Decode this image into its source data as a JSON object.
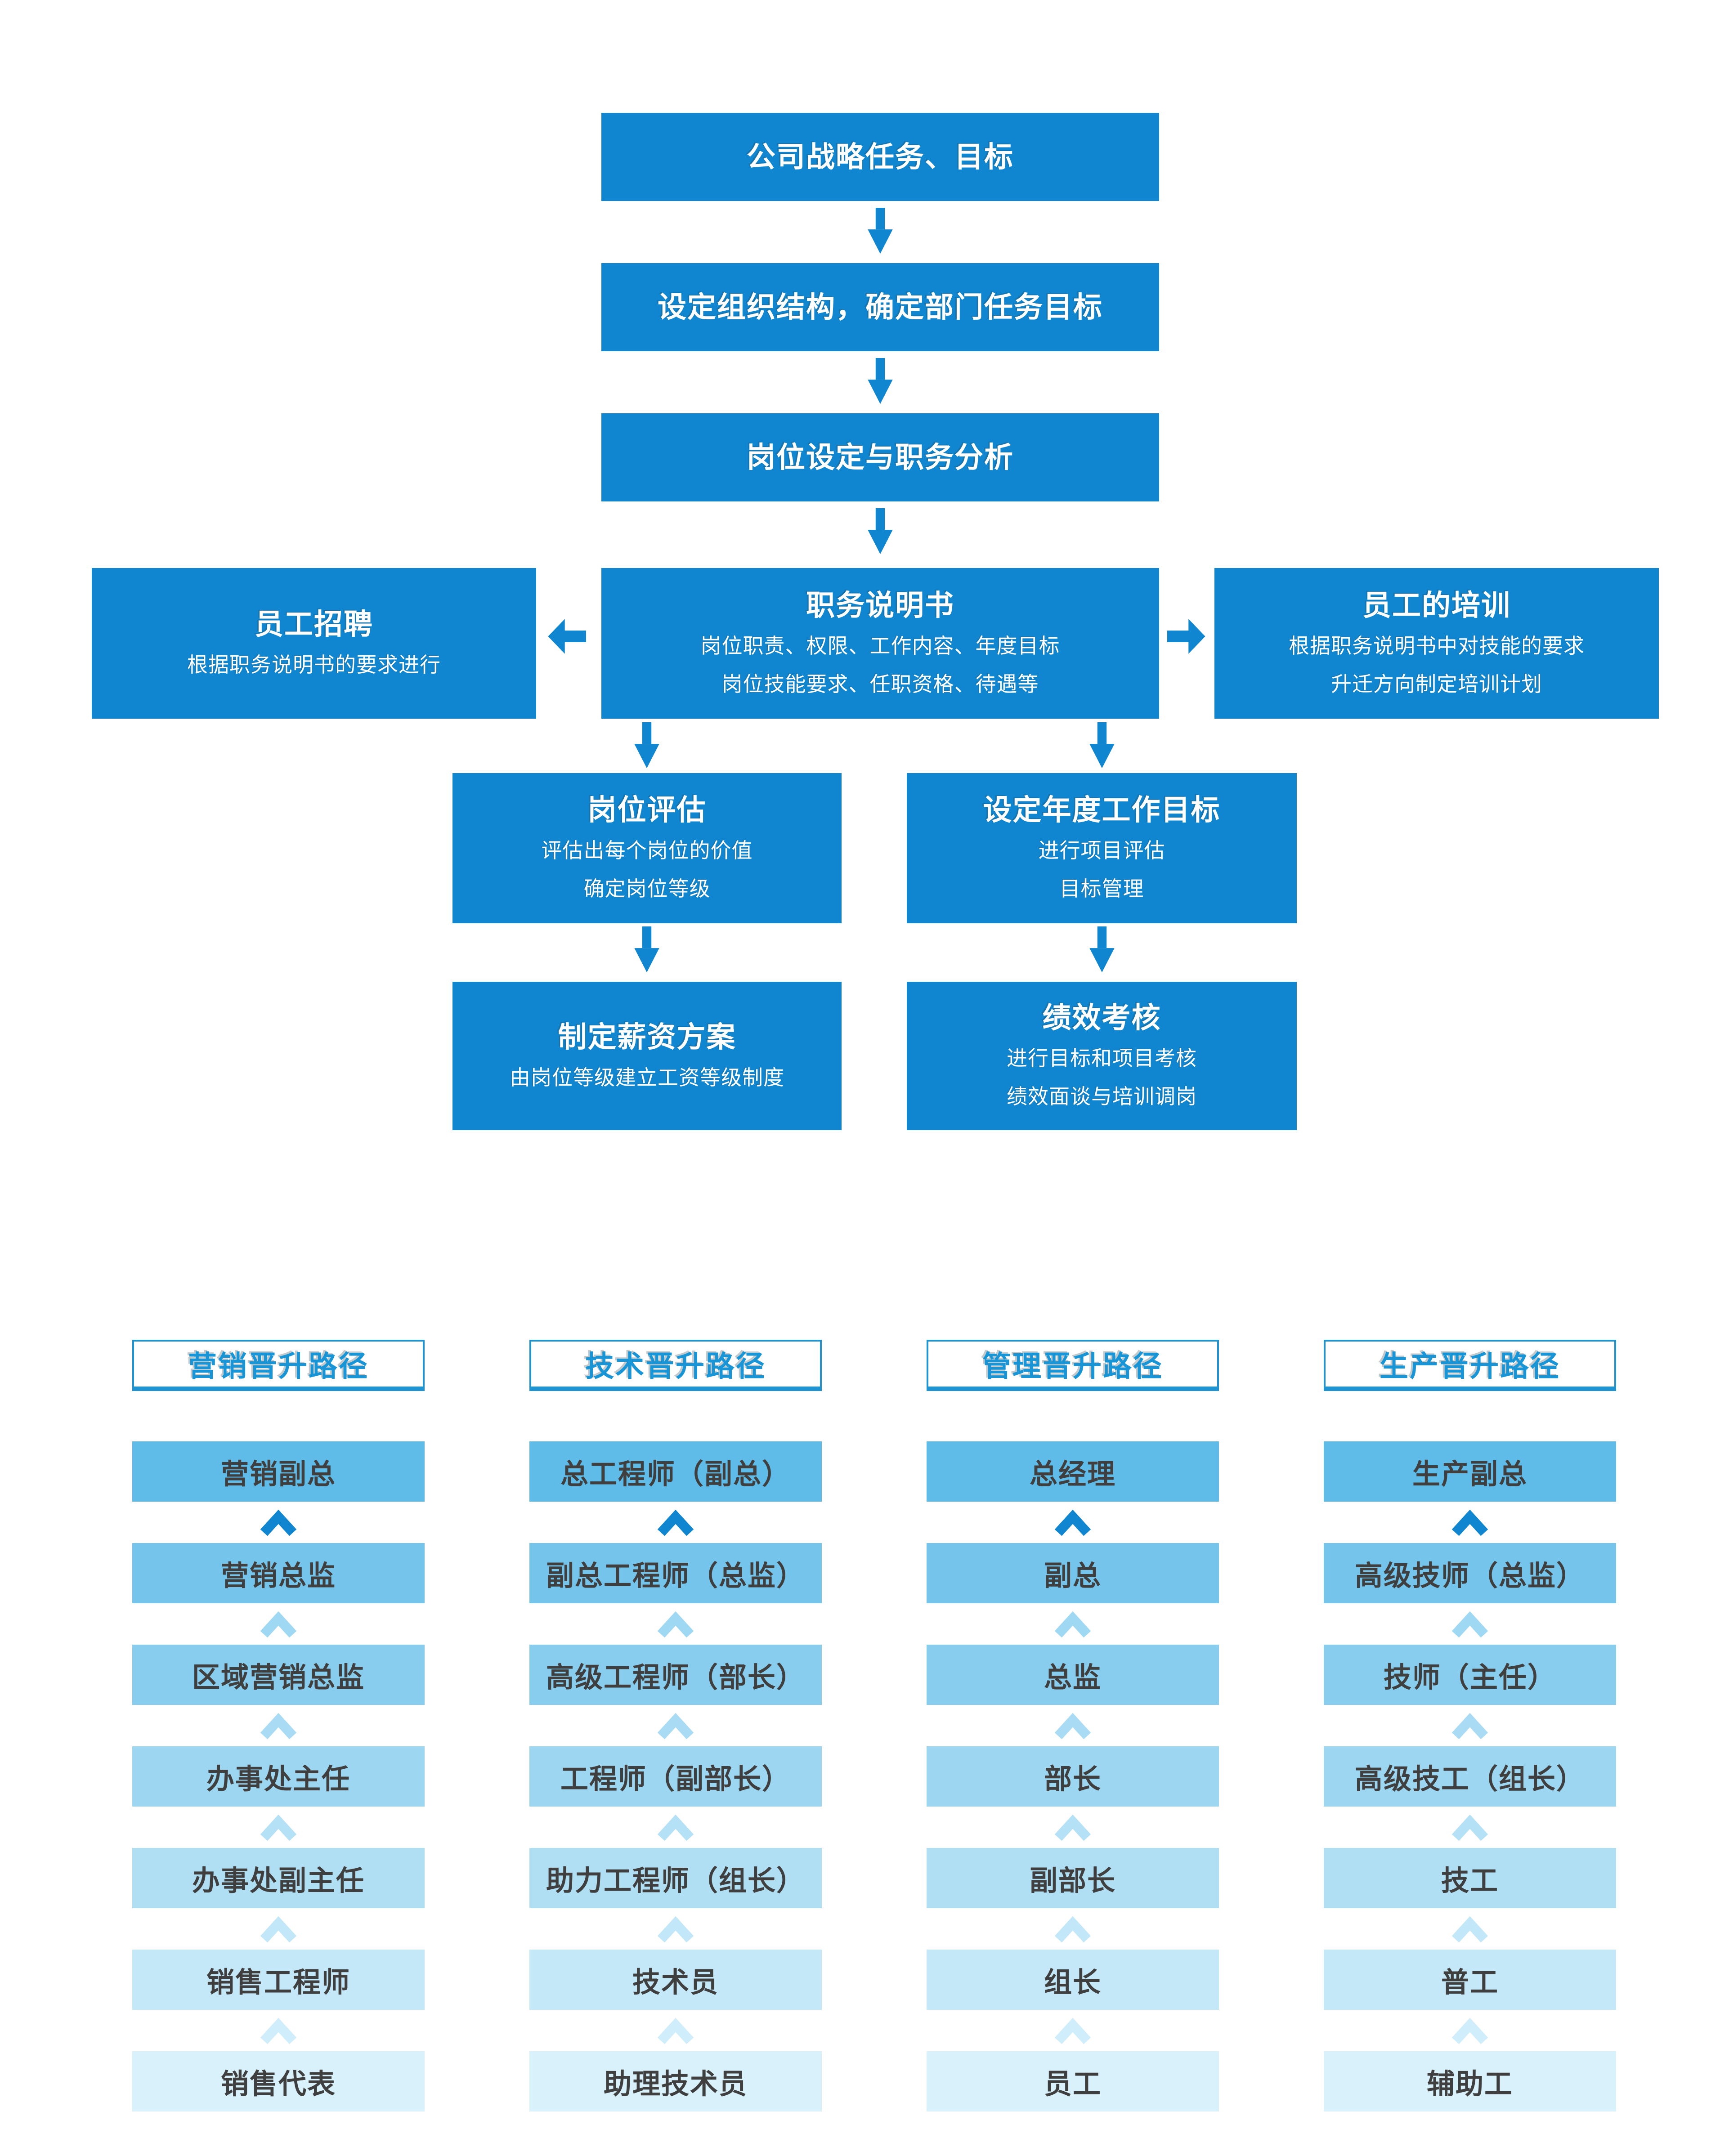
{
  "colors": {
    "primary_blue": "#0f86cf",
    "header_border": "#1e94d2",
    "header_text": "#1795d6",
    "item_text": "#3f3f3f",
    "item_row_colors": [
      "#5fbbe8",
      "#74c4eb",
      "#88cdee",
      "#9cd6f1",
      "#b0dff4",
      "#c4e8f8",
      "#d8f1fb"
    ],
    "chevron_colors": [
      "#0f86cf",
      "#9ed8f3",
      "#a9dcf4",
      "#b5e1f6",
      "#c2e7f8",
      "#cfedfa"
    ]
  },
  "flow": {
    "strategy": {
      "title": "公司战略任务、目标"
    },
    "org": {
      "title": "设定组织结构，确定部门任务目标"
    },
    "job_analysis": {
      "title": "岗位设定与职务分析"
    },
    "recruitment": {
      "title": "员工招聘",
      "line1": "根据职务说明书的要求进行"
    },
    "job_description": {
      "title": "职务说明书",
      "line1": "岗位职责、权限、工作内容、年度目标",
      "line2": "岗位技能要求、任职资格、待遇等"
    },
    "training": {
      "title": "员工的培训",
      "line1": "根据职务说明书中对技能的要求",
      "line2": "升迁方向制定培训计划"
    },
    "position_evaluation": {
      "title": "岗位评估",
      "line1": "评估出每个岗位的价值",
      "line2": "确定岗位等级"
    },
    "annual_goals": {
      "title": "设定年度工作目标",
      "line1": "进行项目评估",
      "line2": "目标管理"
    },
    "salary_plan": {
      "title": "制定薪资方案",
      "line1": "由岗位等级建立工资等级制度"
    },
    "performance": {
      "title": "绩效考核",
      "line1": "进行目标和项目考核",
      "line2": "绩效面谈与培训调岗"
    }
  },
  "columns": [
    {
      "header": "营销晋升路径",
      "items": [
        "营销副总",
        "营销总监",
        "区域营销总监",
        "办事处主任",
        "办事处副主任",
        "销售工程师",
        "销售代表"
      ]
    },
    {
      "header": "技术晋升路径",
      "items": [
        "总工程师（副总）",
        "副总工程师（总监）",
        "高级工程师（部长）",
        "工程师（副部长）",
        "助力工程师（组长）",
        "技术员",
        "助理技术员"
      ]
    },
    {
      "header": "管理晋升路径",
      "items": [
        "总经理",
        "副总",
        "总监",
        "部长",
        "副部长",
        "组长",
        "员工"
      ]
    },
    {
      "header": "生产晋升路径",
      "items": [
        "生产副总",
        "高级技师（总监）",
        "技师（主任）",
        "高级技工（组长）",
        "技工",
        "普工",
        "辅助工"
      ]
    }
  ]
}
